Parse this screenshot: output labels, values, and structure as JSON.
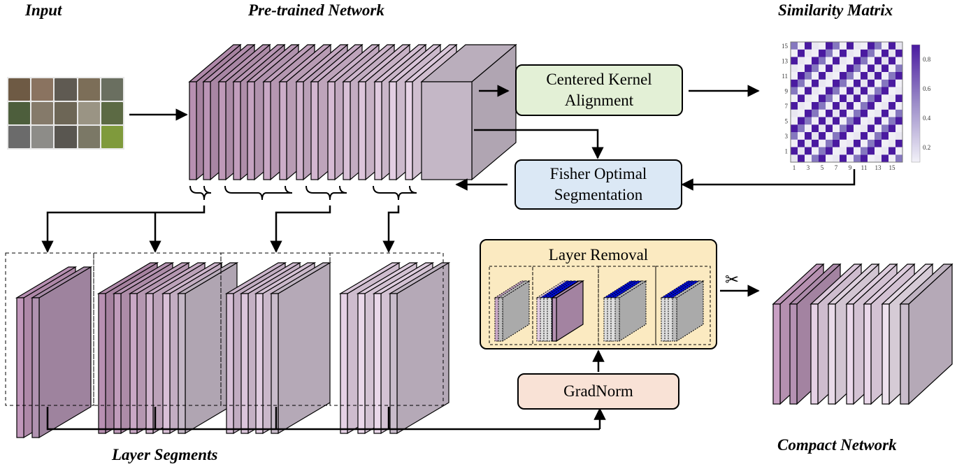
{
  "titles": {
    "input": "Input",
    "pretrained": "Pre-trained Network",
    "similarity": "Similarity Matrix",
    "layer_segments": "Layer Segments",
    "compact": "Compact Network"
  },
  "boxes": {
    "cka_line1": "Centered Kernel",
    "cka_line2": "Alignment",
    "fisher_line1": "Fisher Optimal",
    "fisher_line2": "Segmentation",
    "layer_removal": "Layer Removal",
    "gradnorm": "GradNorm"
  },
  "colors": {
    "cka_fill": "#e3f0d6",
    "fisher_fill": "#dbe8f5",
    "removal_fill": "#fbeac1",
    "gradnorm_fill": "#f9e2d6",
    "layer_dark": "#b890b2",
    "layer_light": "#ead8ea",
    "layer_gray": "#c4b7c6",
    "heat_high": "#4a1aa0",
    "heat_low": "#ebe9f3"
  },
  "icons": {
    "scissors": "scissors-icon"
  },
  "heatmap": {
    "x_ticks": [
      "1",
      "3",
      "5",
      "7",
      "9",
      "11",
      "13",
      "15"
    ],
    "y_ticks": [
      "15",
      "13",
      "11",
      "9",
      "7",
      "5",
      "3",
      "1"
    ],
    "colorbar_ticks": [
      "0.8",
      "0.6",
      "0.4",
      "0.2"
    ]
  }
}
